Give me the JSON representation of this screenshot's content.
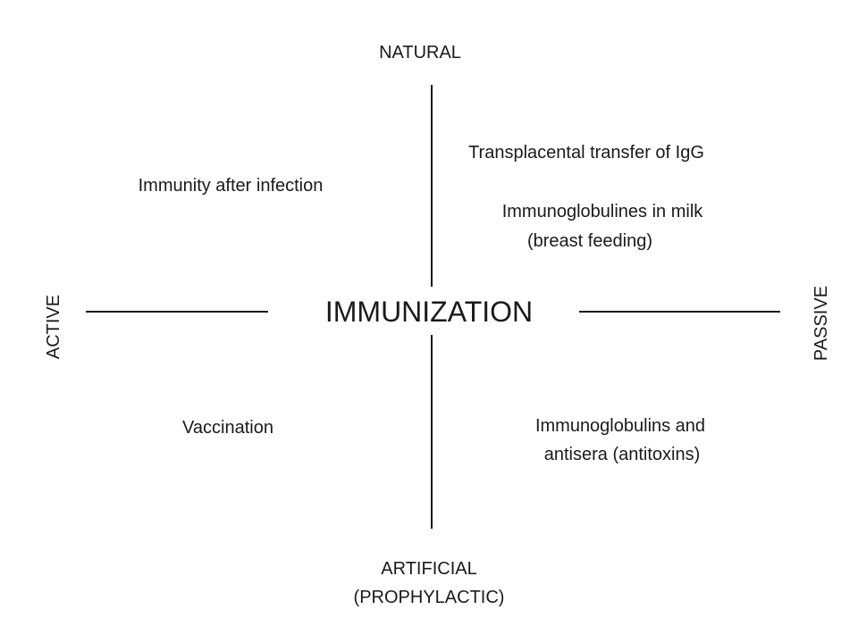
{
  "axes": {
    "top": "NATURAL",
    "bottom_line1": "ARTIFICIAL",
    "bottom_line2": "(PROPHYLACTIC)",
    "left": "ACTIVE",
    "right": "PASSIVE"
  },
  "center": "IMMUNIZATION",
  "quadrants": {
    "top_left": "Immunity after infection",
    "top_right_line1": "Transplacental transfer of IgG",
    "top_right_line2": "Immunoglobulines in milk",
    "top_right_line3": "(breast feeding)",
    "bottom_left": "Vaccination",
    "bottom_right_line1": "Immunoglobulins and",
    "bottom_right_line2": "antisera (antitoxins)"
  },
  "colors": {
    "text": "#1a1a1a",
    "line": "#1a1a1a",
    "background": "#ffffff"
  }
}
